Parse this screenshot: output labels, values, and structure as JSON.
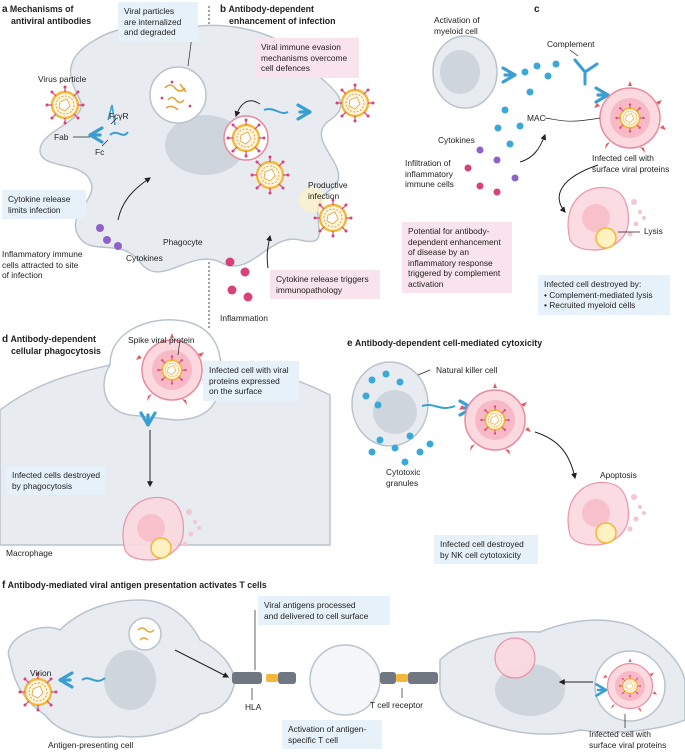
{
  "a": {
    "letter": "a",
    "heading": [
      "Mechanisms of",
      "antiviral antibodies"
    ],
    "box_internalized": [
      "Viral particles",
      "are internalized",
      "and degraded"
    ],
    "virus_particle": "Virus particle",
    "fab": "Fab",
    "fc": "Fc",
    "fcgr": "FcγR",
    "box_cytokine": [
      "Cytokine release",
      "limits infection"
    ],
    "phagocyte": "Phagocyte",
    "inflammatory": [
      "Inflammatory immune",
      "cells attracted to site",
      "of infection"
    ],
    "cytokines": "Cytokines"
  },
  "b": {
    "letter": "b",
    "heading": [
      "Antibody-dependent",
      "enhancement of infection"
    ],
    "box_evasion": [
      "Viral immune evasion",
      "mechanisms overcome",
      "cell defences"
    ],
    "productive": [
      "Productive",
      "infection"
    ],
    "box_trigger": [
      "Cytokine release triggers",
      "immunopathology"
    ],
    "inflammation": "Inflammation"
  },
  "c": {
    "letter": "c",
    "activation": [
      "Activation of",
      "myeloid cell"
    ],
    "complement": "Complement",
    "mac": "MAC",
    "cytokines": "Cytokines",
    "infiltration": [
      "Infiltration of",
      "inflammatory",
      "immune cells"
    ],
    "infected": [
      "Infected cell with",
      "surface viral proteins"
    ],
    "lysis": "Lysis",
    "box_potential": [
      "Potential for antibody-",
      "dependent enhancement",
      "of disease by an",
      "inflammatory response",
      "triggered by complement",
      "activation"
    ],
    "box_destroyed": [
      "Infected cell destroyed by:",
      "• Complement-mediated lysis",
      "• Recruited myeloid cells"
    ]
  },
  "d": {
    "letter": "d",
    "heading": [
      "Antibody-dependent",
      "cellular phagocytosis"
    ],
    "spike": "Spike viral protein",
    "box_expressed": [
      "Infected cell with viral",
      "proteins expressed",
      "on the surface"
    ],
    "box_destroyed": [
      "Infected cells destroyed",
      "by phagocytosis"
    ],
    "macrophage": "Macrophage"
  },
  "e": {
    "letter": "e",
    "heading": "Antibody-dependent cell-mediated cytoxicity",
    "nk": "Natural killer cell",
    "granules": [
      "Cytotoxic",
      "granules"
    ],
    "apoptosis": "Apoptosis",
    "box_destroyed": [
      "Infected cell destroyed",
      "by NK cell cytotoxicity"
    ]
  },
  "f": {
    "letter": "f",
    "heading": "Antibody-mediated viral antigen presentation activates T cells",
    "virion": "Virion",
    "box_processed": [
      "Viral antigens processed",
      "and delivered to cell surface"
    ],
    "hla": "HLA",
    "tcr": "T cell receptor",
    "apc": "Antigen-presenting cell",
    "box_activation": [
      "Activation of antigen-",
      "specific T cell"
    ],
    "infected": [
      "Infected cell with",
      "surface viral proteins"
    ]
  },
  "colors": {
    "cell_fill": "#e8ecf1",
    "cell_stroke": "#b9c3ce",
    "nucleus": "#cfd5dc",
    "antibody": "#3a9fd0",
    "virus": "#f4b73a",
    "infected": "#f7c6cf",
    "cytokine_purple": "#8e62c9",
    "cytokine_pink": "#d8427a",
    "cytokine_blue": "#3aa9d8",
    "box_blue": "#e6f1f9",
    "box_pink": "#f9e3ec"
  }
}
